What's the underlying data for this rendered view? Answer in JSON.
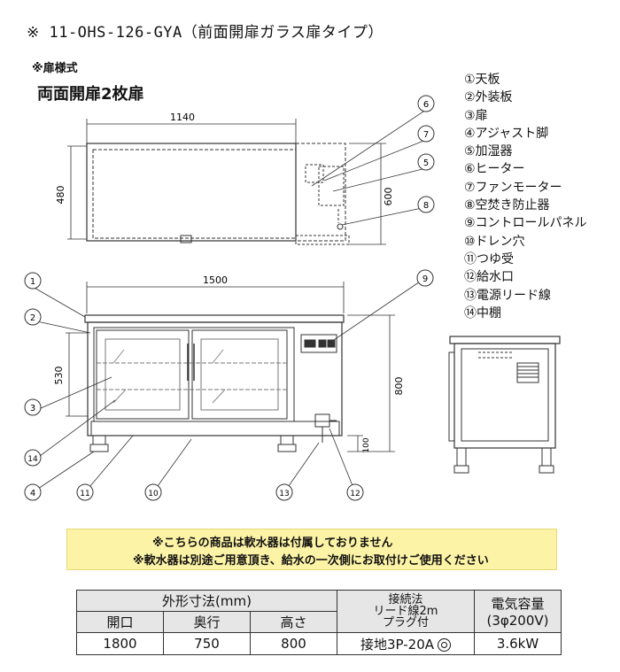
{
  "title": "※ 11-OHS-126-GYA（前面開扉ガラス扉タイプ）",
  "door_style_note": "※扉様式",
  "door_style": "両面開扉2枚扉",
  "legend": [
    "①天板",
    "②外装板",
    "③扉",
    "④アジャスト脚",
    "⑤加湿器",
    "⑥ヒーター",
    "⑦ファンモーター",
    "⑧空焚き防止器",
    "⑨コントロールパネル",
    "⑩ドレン穴",
    "⑪つゆ受",
    "⑫給水口",
    "⑬電源リード線",
    "⑭中棚"
  ],
  "dimensions": {
    "top_width": "1140",
    "top_depth": "480",
    "top_overall_depth": "600",
    "front_width": "1500",
    "front_inner_height": "530",
    "front_height": "800",
    "leg_height": "100"
  },
  "callouts": [
    "1",
    "2",
    "3",
    "4",
    "5",
    "6",
    "7",
    "8",
    "9",
    "10",
    "11",
    "12",
    "13",
    "14"
  ],
  "notice": {
    "line1": "※こちらの商品は軟水器は付属しておりません",
    "line2": "※軟水器は別途ご用意頂き、給水の一次側にお取付けご使用ください"
  },
  "spec_table": {
    "header_outer": "外形寸法(mm)",
    "header_conn_l1": "接続法",
    "header_conn_l2": "リード線2m",
    "header_conn_l3": "プラグ付",
    "header_power_l1": "電気容量",
    "header_power_l2": "(3φ200V)",
    "col_open": "開口",
    "col_depth": "奥行",
    "col_height": "高さ",
    "val_open": "1800",
    "val_depth": "750",
    "val_height": "800",
    "val_conn": "接地3P-20A",
    "val_power": "3.6kW"
  }
}
